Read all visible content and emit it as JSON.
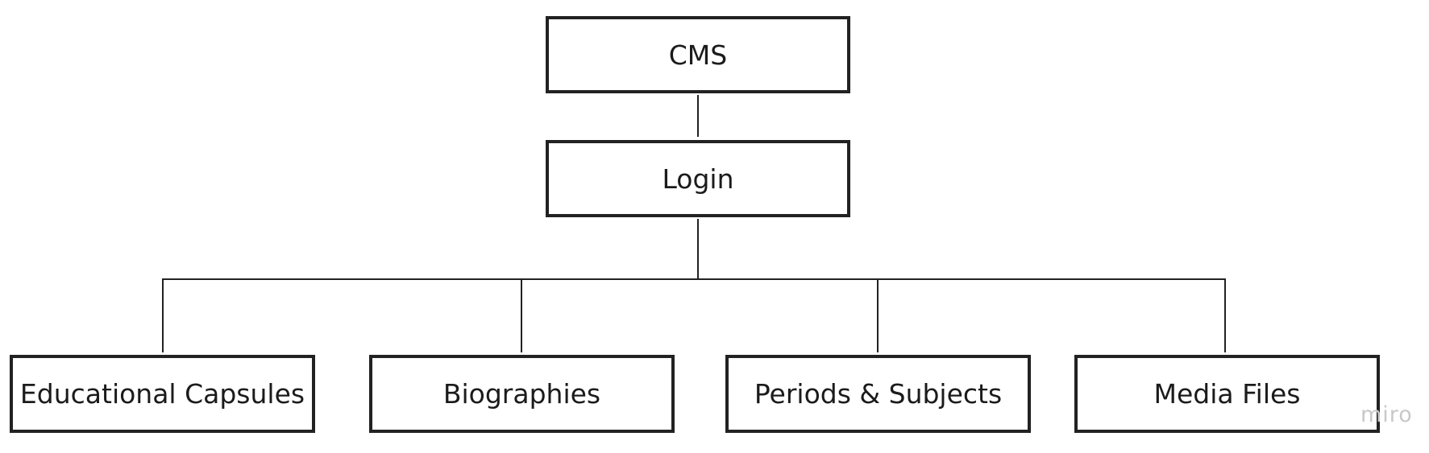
{
  "diagram": {
    "root": {
      "label": "CMS"
    },
    "login": {
      "label": "Login"
    },
    "children": [
      {
        "label": "Educational Capsules"
      },
      {
        "label": "Biographies"
      },
      {
        "label": "Periods & Subjects"
      },
      {
        "label": "Media Files"
      }
    ],
    "line_color": "#222222",
    "box_border_color": "#222222",
    "text_color": "#1b1b1b"
  },
  "watermark": {
    "text": "miro",
    "color": "#c8c8c8"
  }
}
